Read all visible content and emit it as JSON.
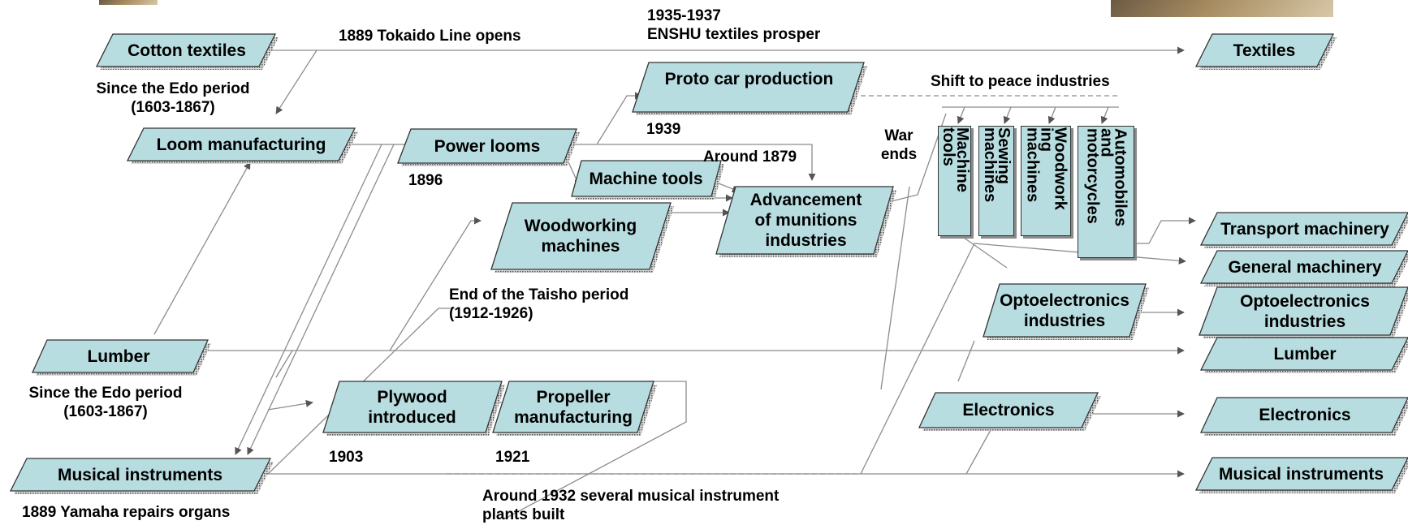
{
  "colors": {
    "box_fill": "#b8dde0",
    "box_border": "#333333",
    "box_shadow": "#8a8a8a",
    "line": "#8c8c8c",
    "arrow": "#555555"
  },
  "sources": {
    "cotton_textiles": "Cotton textiles",
    "loom_manufacturing": "Loom manufacturing",
    "lumber": "Lumber",
    "musical_instruments": "Musical instruments"
  },
  "middle": {
    "power_looms": "Power looms",
    "proto_car_production": "Proto car production",
    "machine_tools": "Machine tools",
    "woodworking_machines": "Woodworking\nmachines",
    "advancement_munitions": "Advancement\nof munitions\nindustries",
    "plywood_introduced": "Plywood\nintroduced",
    "propeller_manufacturing": "Propeller\nmanufacturing"
  },
  "peace_industries": [
    "Machine\ntools",
    "Sewing\nmachines",
    "Woodwork\ning\nmachines",
    "Automobiles\nand\nmotorcycles"
  ],
  "post_war": {
    "optoelectronics": "Optoelectronics\nindustries",
    "electronics": "Electronics"
  },
  "outcomes": {
    "textiles": "Textiles",
    "transport_machinery": "Transport machinery",
    "general_machinery": "General machinery",
    "optoelectronics_industries": "Optoelectronics\nindustries",
    "lumber": "Lumber",
    "electronics": "Electronics",
    "musical_instruments": "Musical instruments"
  },
  "labels": {
    "tokaido": "1889 Tokaido Line opens",
    "enshu": "1935-1937\nENSHU textiles prosper",
    "edo_cotton": "Since the Edo period\n(1603-1867)",
    "edo_lumber": "Since the Edo period\n(1603-1867)",
    "shift_peace": "Shift to peace industries",
    "year_1939": "1939",
    "around_1879": "Around 1879",
    "war_ends": "War\nends",
    "year_1896": "1896",
    "taisho": "End of the Taisho period\n(1912-1926)",
    "year_1903": "1903",
    "year_1921": "1921",
    "yamaha": "1889 Yamaha repairs organs",
    "around_1932": "Around 1932 several musical instrument\nplants built"
  }
}
